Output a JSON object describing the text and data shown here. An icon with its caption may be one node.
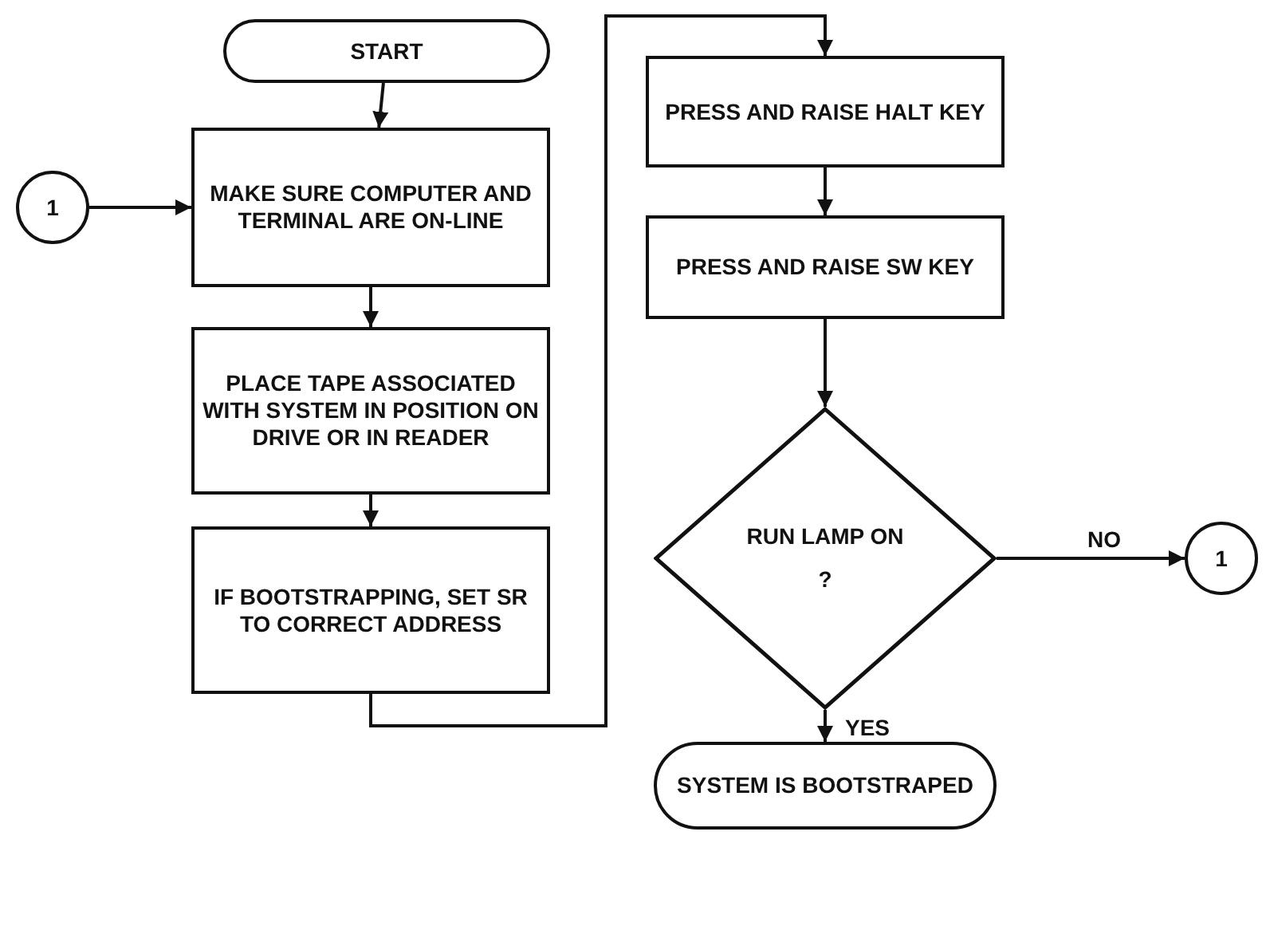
{
  "diagram": {
    "nodes": [
      {
        "text": [
          "START"
        ]
      },
      {
        "text": [
          "1"
        ]
      },
      {
        "text": [
          "MAKE SURE COMPUTER AND TERMINAL ARE ON-LINE"
        ]
      },
      {
        "text": [
          "PLACE TAPE ASSOCIATED WITH SYSTEM IN POSITION ON DRIVE OR IN READER"
        ]
      },
      {
        "text": [
          "IF BOOTSTRAPPING, SET SR TO CORRECT ADDRESS"
        ]
      },
      {
        "text": [
          "PRESS AND RAISE HALT KEY"
        ]
      },
      {
        "text": [
          "PRESS AND RAISE SW KEY"
        ]
      },
      {
        "text": [
          "RUN LAMP ON",
          "?"
        ]
      },
      {
        "text": [
          "1"
        ]
      },
      {
        "text": [
          "SYSTEM IS BOOTSTRAPED"
        ]
      }
    ],
    "edges": [
      {
        "from": 0,
        "to": 2,
        "arrow": "to"
      },
      {
        "from": 1,
        "to": 2,
        "arrow": "to"
      },
      {
        "from": 2,
        "to": 3,
        "arrow": "to"
      },
      {
        "from": 3,
        "to": 4,
        "arrow": "to"
      },
      {
        "from": 4,
        "to": 5,
        "arrow": "to"
      },
      {
        "from": 5,
        "to": 6,
        "arrow": "to"
      },
      {
        "from": 6,
        "to": 7,
        "arrow": "to"
      },
      {
        "from": 7,
        "to": 8,
        "label": "NO",
        "arrow": "to"
      },
      {
        "from": 7,
        "to": 9,
        "label": "YES",
        "arrow": "to"
      }
    ]
  }
}
